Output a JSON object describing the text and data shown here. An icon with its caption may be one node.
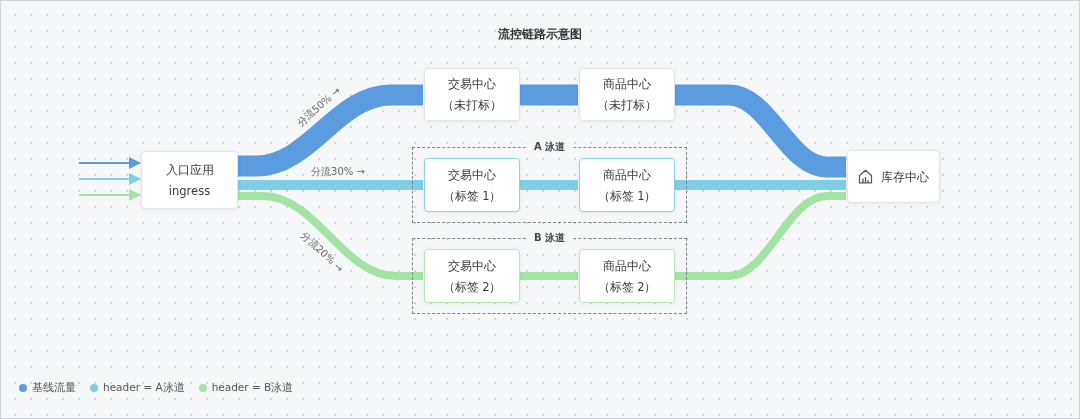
{
  "diagram": {
    "title": "流控链路示意图",
    "nodes": [
      {
        "text": [
          "入口应用",
          "ingress"
        ]
      },
      {
        "text": [
          "交易中心",
          "（未打标）"
        ]
      },
      {
        "text": [
          "商品中心",
          "（未打标）"
        ]
      },
      {
        "text": [
          "A 泳道"
        ]
      },
      {
        "text": [
          "交易中心",
          "（标签 1）"
        ],
        "in": 3
      },
      {
        "text": [
          "商品中心",
          "（标签 1）"
        ],
        "in": 3
      },
      {
        "text": [
          "B 泳道"
        ]
      },
      {
        "text": [
          "交易中心",
          "（标签 2）"
        ],
        "in": 6
      },
      {
        "text": [
          "商品中心",
          "（标签 2）"
        ],
        "in": 6
      },
      {
        "text": [
          "库存中心"
        ]
      }
    ],
    "edges": [
      {
        "from": null,
        "to": 0,
        "arrow": "to",
        "color": "#5b9be0"
      },
      {
        "from": null,
        "to": 0,
        "arrow": "to",
        "color": "#80cde6"
      },
      {
        "from": null,
        "to": 0,
        "arrow": "to",
        "color": "#a3e3a3"
      },
      {
        "from": 0,
        "to": 1,
        "arrow": "none",
        "label": "分流50% →",
        "style": "thick",
        "color": "#5b9be0"
      },
      {
        "from": 1,
        "to": 2,
        "arrow": "none",
        "style": "thick",
        "color": "#5b9be0"
      },
      {
        "from": 2,
        "to": 9,
        "arrow": "none",
        "style": "thick",
        "color": "#5b9be0"
      },
      {
        "from": 0,
        "to": 4,
        "arrow": "none",
        "label": "分流30% →",
        "color": "#80cde6"
      },
      {
        "from": 4,
        "to": 5,
        "arrow": "none",
        "color": "#80cde6"
      },
      {
        "from": 5,
        "to": 9,
        "arrow": "none",
        "color": "#80cde6"
      },
      {
        "from": 0,
        "to": 7,
        "arrow": "none",
        "label": "分流20% →",
        "color": "#a3e3a3"
      },
      {
        "from": 7,
        "to": 8,
        "arrow": "none",
        "color": "#a3e3a3"
      },
      {
        "from": 8,
        "to": 9,
        "arrow": "none",
        "color": "#a3e3a3"
      }
    ],
    "legend": [
      {
        "text": "基线流量",
        "color": "#5b9be0"
      },
      {
        "text": "header = A泳道",
        "color": "#80cde6"
      },
      {
        "text": "header = B泳道",
        "color": "#a3e3a3"
      }
    ]
  }
}
